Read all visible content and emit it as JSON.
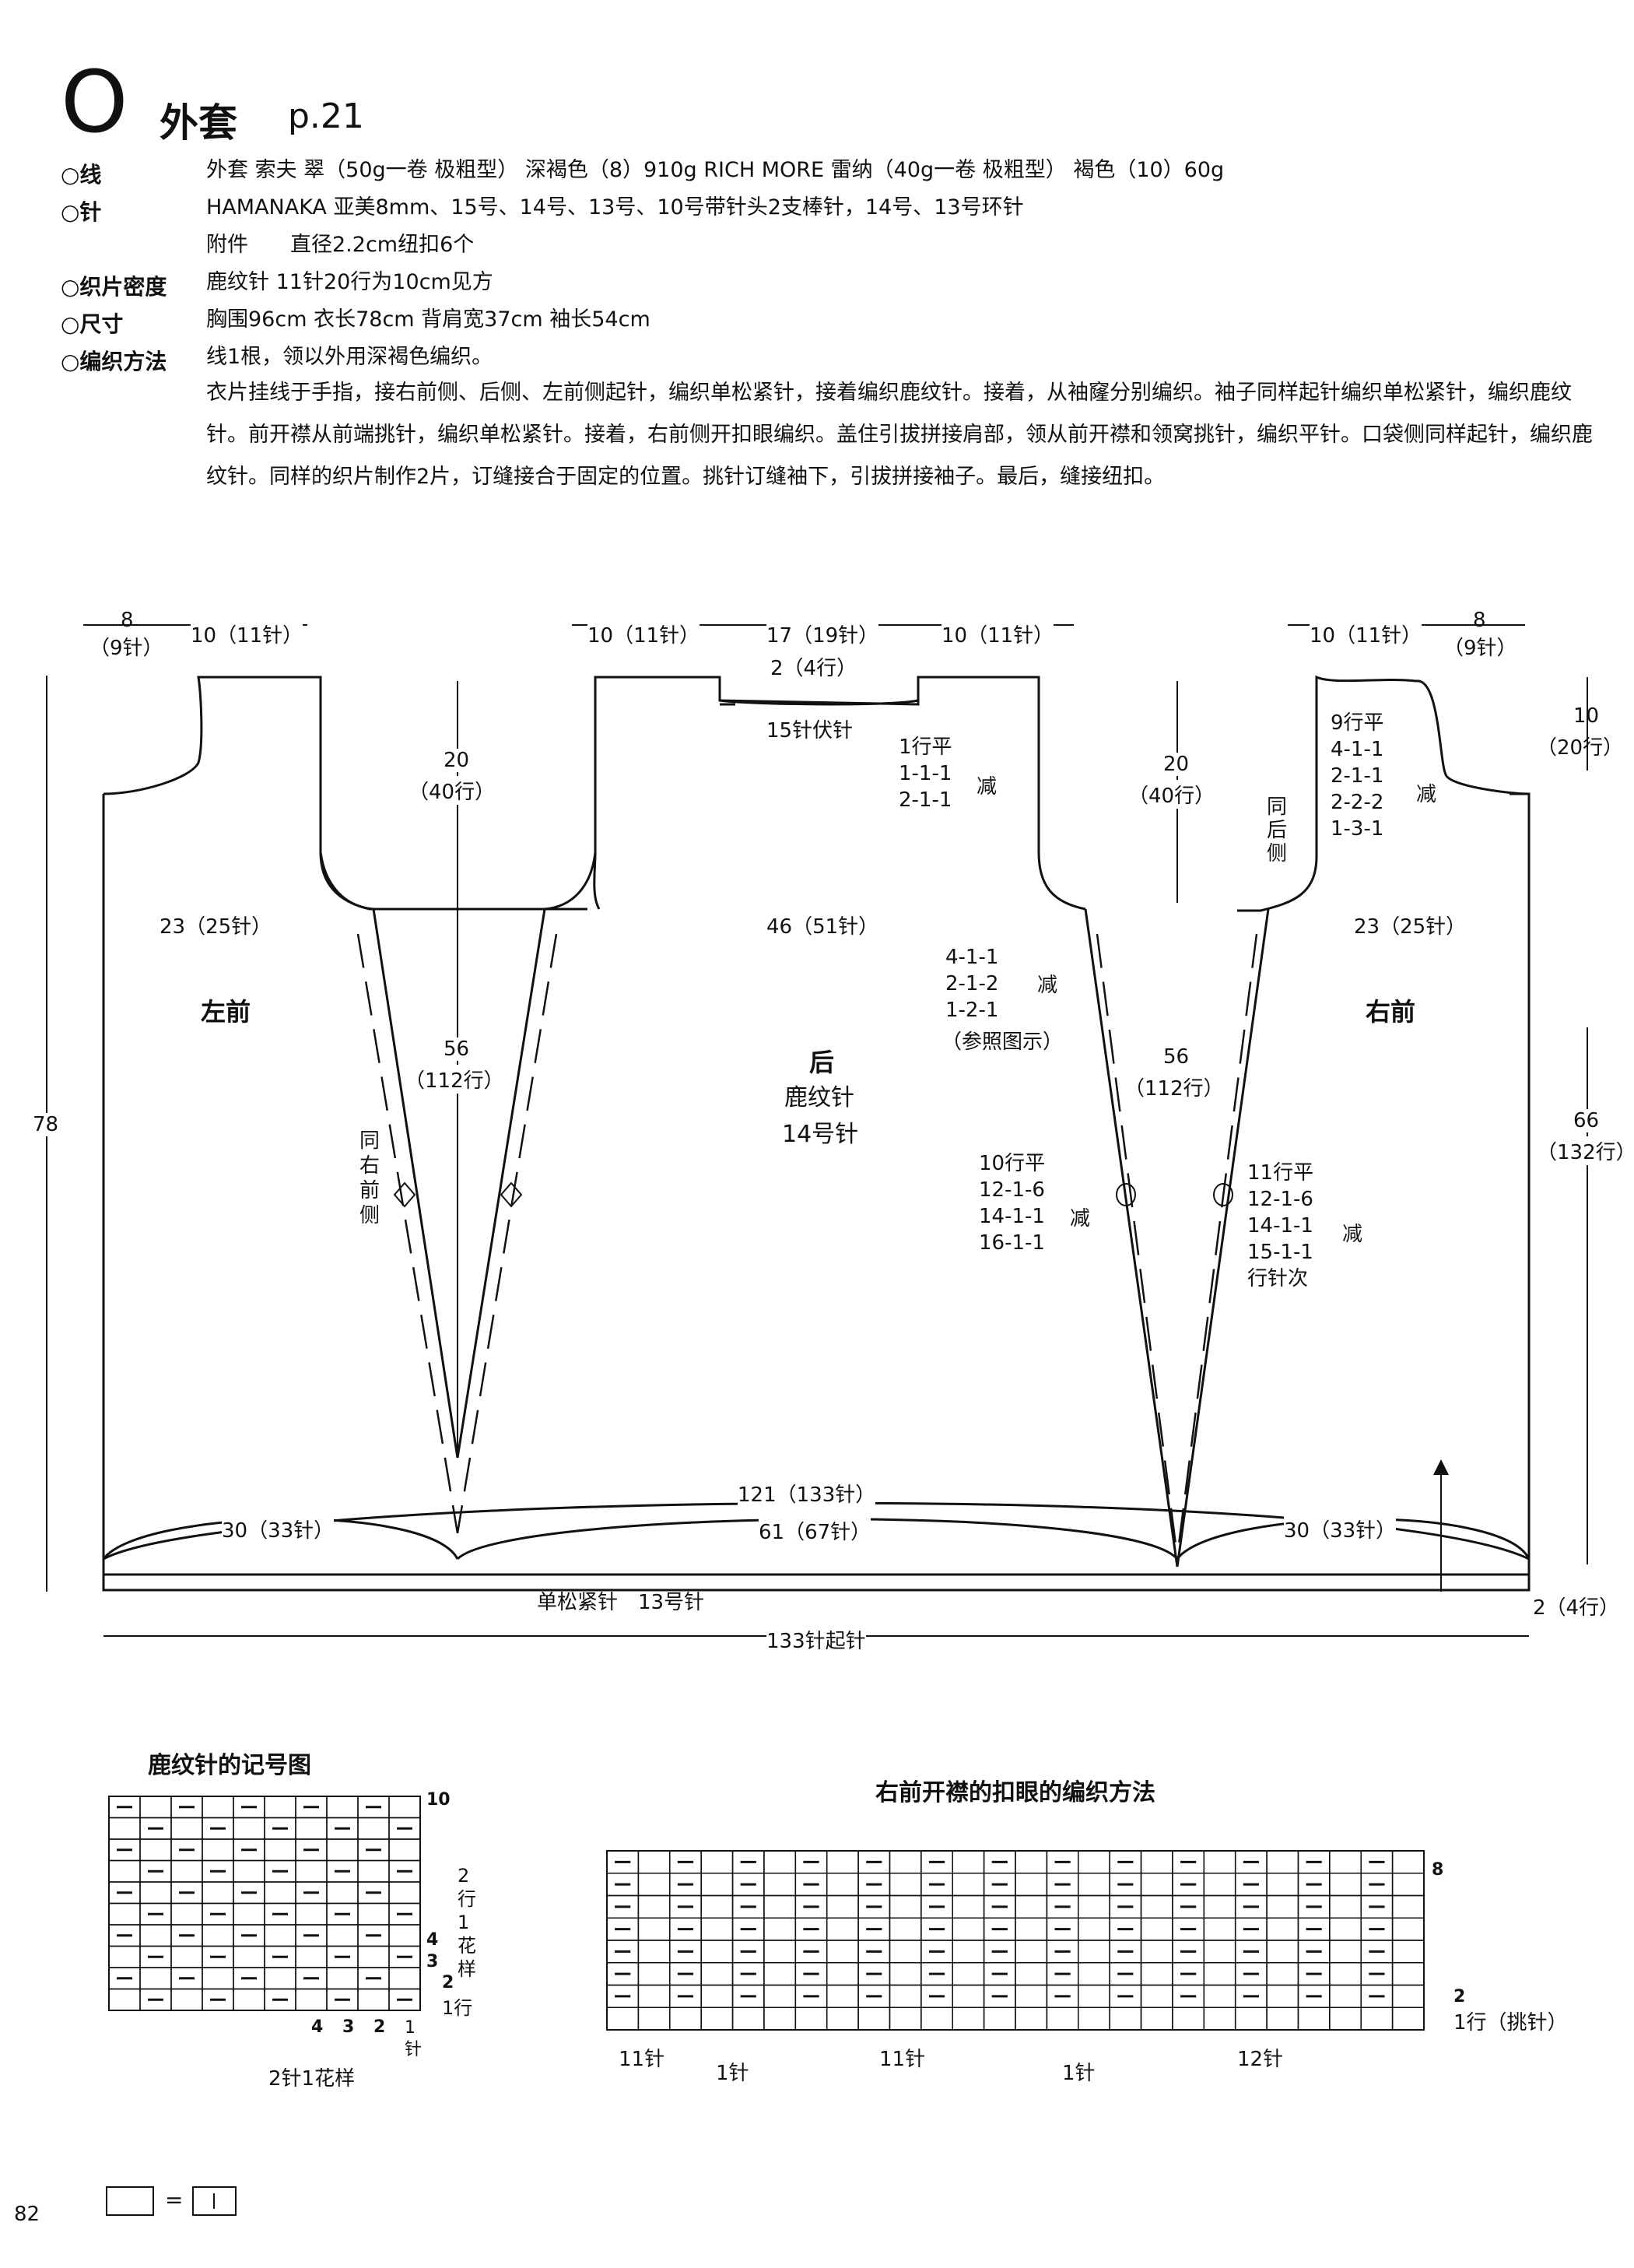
{
  "header": {
    "letter": "O",
    "name": "外套",
    "page_ref": "p.21"
  },
  "specs": [
    {
      "label": "○线",
      "value": "外套 索夫 翠（50g一卷 极粗型） 深褐色（8）910g RICH MORE 雷纳（40g一卷 极粗型） 褐色（10）60g"
    },
    {
      "label": "○针",
      "value": "HAMANAKA 亚美8mm、15号、14号、13号、10号带针头2支棒针，14号、13号环针"
    },
    {
      "label": "",
      "value": "附件　　直径2.2cm纽扣6个"
    },
    {
      "label": "○织片密度",
      "value": "鹿纹针 11针20行为10cm见方"
    },
    {
      "label": "○尺寸",
      "value": "胸围96cm 衣长78cm 背肩宽37cm 袖长54cm"
    },
    {
      "label": "○编织方法",
      "value": "线1根，领以外用深褐色编织。"
    }
  ],
  "method_paragraph": "衣片挂线于手指，接右前侧、后侧、左前侧起针，编织单松紧针，接着编织鹿纹针。接着，从袖窿分别编织。袖子同样起针编织单松紧针，编织鹿纹针。前开襟从前端挑针，编织单松紧针。接着，右前侧开扣眼编织。盖住引拔拼接肩部，领从前开襟和领窝挑针，编织平针。口袋侧同样起针，编织鹿纹针。同样的织片制作2片，订缝接合于固定的位置。挑针订缝袖下，引拔拼接袖子。最后，缝接纽扣。",
  "diagram": {
    "top_left_8": "8",
    "top_left_9": "（9针）",
    "top_left_10": "10（11针）",
    "top_back_10a": "10（11针）",
    "top_back_17": "17（19针）",
    "top_back_10b": "10（11针）",
    "top_right_10": "10（11针）",
    "top_right_8": "8",
    "top_right_9": "（9针）",
    "neck_2": "2（4行）",
    "neck_bind": "15针伏针",
    "back_neck_dec": [
      "1行平",
      "1-1-1",
      "2-1-1"
    ],
    "dec_word": "减",
    "left_20": "20",
    "left_40": "（40行）",
    "right_20": "20",
    "right_40": "（40行）",
    "right_10": "10",
    "right_20r": "（20行）",
    "right_front_neck": [
      "9行平",
      "4-1-1",
      "2-1-1",
      "2-2-2",
      "1-3-1"
    ],
    "same_back_side": "同后侧",
    "left_armhole_23": "23（25针）",
    "back_46": "46（51针）",
    "right_armhole_23": "23（25针）",
    "armhole_dec": [
      "4-1-1",
      "2-1-2",
      "1-2-1"
    ],
    "see_chart": "（参照图示）",
    "left_front": "左前",
    "back": "后",
    "right_front": "右前",
    "back_stitch": "鹿纹针",
    "back_needle": "14号针",
    "left_56": "56",
    "left_112": "（112行）",
    "right_56": "56",
    "right_112": "（112行）",
    "total_78": "78",
    "right_66": "66",
    "right_132": "（132行）",
    "same_right_front": "同右前侧",
    "left_dart_dec": [
      "10行平",
      "12-1-6",
      "14-1-1",
      "16-1-1"
    ],
    "right_dart_dec": [
      "11行平",
      "12-1-6",
      "14-1-1",
      "15-1-1",
      "行针次"
    ],
    "hem_121": "121（133针）",
    "hem_left_30": "30（33针）",
    "hem_61": "61（67针）",
    "hem_right_30": "30（33针）",
    "ribbing": "单松紧针　13号针",
    "rib_2": "2（4行）",
    "cast_on": "133针起针"
  },
  "chart1": {
    "title": "鹿纹针的记号图",
    "row_10": "10",
    "row_4": "4",
    "row_3": "3",
    "row_2": "2",
    "row_1": "1行",
    "repeat_rows": "2行1花样",
    "col_4": "4",
    "col_3": "3",
    "col_2": "2",
    "col_1": "1针",
    "repeat_cols": "2针1花样"
  },
  "chart2": {
    "title": "右前开襟的扣眼的编织方法",
    "row_8": "8",
    "row_2": "2",
    "row_1": "1行（挑针）",
    "seg_11a": "11针",
    "seg_1a": "1针",
    "seg_11b": "11针",
    "seg_1b": "1针",
    "seg_12": "12针"
  },
  "legend": {
    "equals": "="
  },
  "page_number": "82"
}
